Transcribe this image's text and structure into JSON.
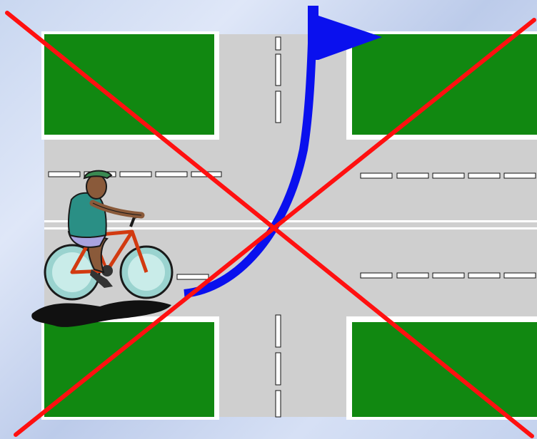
{
  "colors": {
    "background": "#cdd9f2",
    "grass": "#118811",
    "road": "#cfcfcf",
    "lane_marking": "#ffffff",
    "path_arrow": "#0a10ee",
    "cross_mark": "#ff1010",
    "cyclist_shirt": "#2a8f85",
    "cyclist_shorts": "#a9a3e0",
    "bicycle_frame": "#d23a10",
    "skin": "#8a5a3a"
  },
  "scene": {
    "intersection": "four-way-intersection",
    "path_arrow": "left-turn-path-arrow",
    "cyclist": "cyclist-on-bicycle",
    "overlay": "red-x-prohibited"
  }
}
